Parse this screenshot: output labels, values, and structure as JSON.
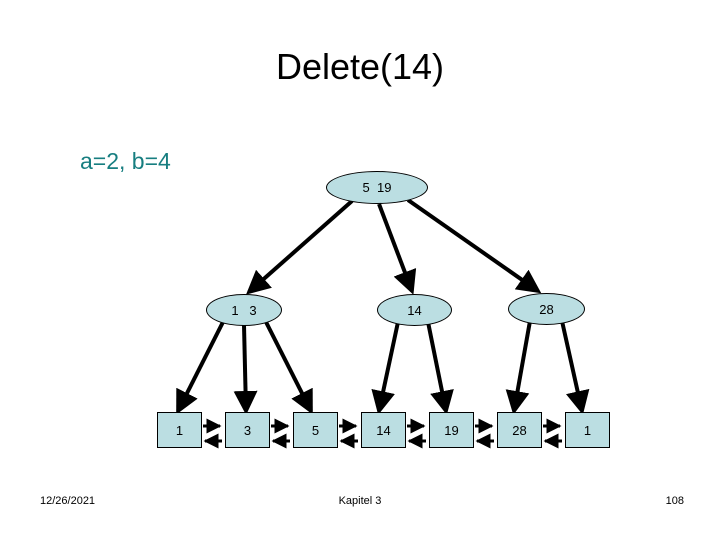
{
  "slide": {
    "title": "Delete(14)",
    "params_label": "a=2, b=4",
    "background_color": "#ffffff",
    "node_fill_color": "#bbdee2",
    "node_stroke_color": "#000000",
    "params_color": "#177e80",
    "title_color": "#000000"
  },
  "tree": {
    "root": {
      "label": "5  19"
    },
    "internal_nodes": [
      {
        "label": "1   3"
      },
      {
        "label": "14"
      },
      {
        "label": "28"
      }
    ],
    "leaves": [
      {
        "label": "1"
      },
      {
        "label": "3"
      },
      {
        "label": "5"
      },
      {
        "label": "14"
      },
      {
        "label": "19"
      },
      {
        "label": "28"
      },
      {
        "label": "1"
      }
    ]
  },
  "footer": {
    "date": "12/26/2021",
    "chapter": "Kapitel 3",
    "page": "108"
  }
}
